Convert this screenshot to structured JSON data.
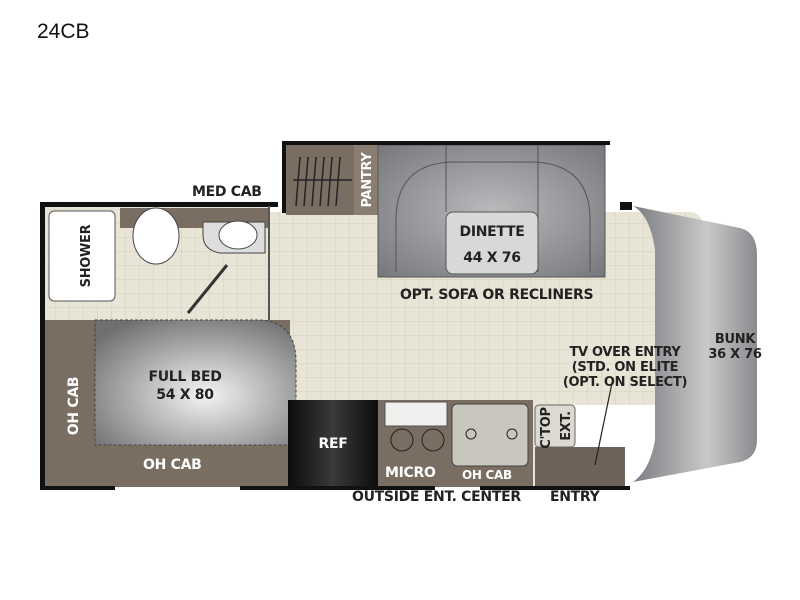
{
  "title": "24CB",
  "labels": {
    "med_cab": "MED CAB",
    "pantry": "PANTRY",
    "shower": "SHOWER",
    "dinette": "DINETTE",
    "dinette_size": "44 X 76",
    "sofa": "OPT. SOFA OR RECLINERS",
    "full_bed": "FULL BED",
    "full_bed_size": "54 X 80",
    "oh_cab_side": "OH CAB",
    "oh_cab_bottom": "OH CAB",
    "ref": "REF",
    "micro": "MICRO",
    "oh_cab_kitchen": "OH CAB",
    "ctop": "C'TOP",
    "ext": "EXT.",
    "tv_line1": "TV OVER ENTRY",
    "tv_line2": "(STD. ON ELITE",
    "tv_line3": "(OPT. ON SELECT)",
    "bunk": "BUNK",
    "bunk_size": "36 X 76",
    "outside_ent": "OUTSIDE ENT. CENTER",
    "entry": "ENTRY"
  },
  "colors": {
    "floor": "#e8e5d6",
    "cabinet": "#7a6e62",
    "seat": "#8a8c90",
    "wall": "#111111"
  }
}
